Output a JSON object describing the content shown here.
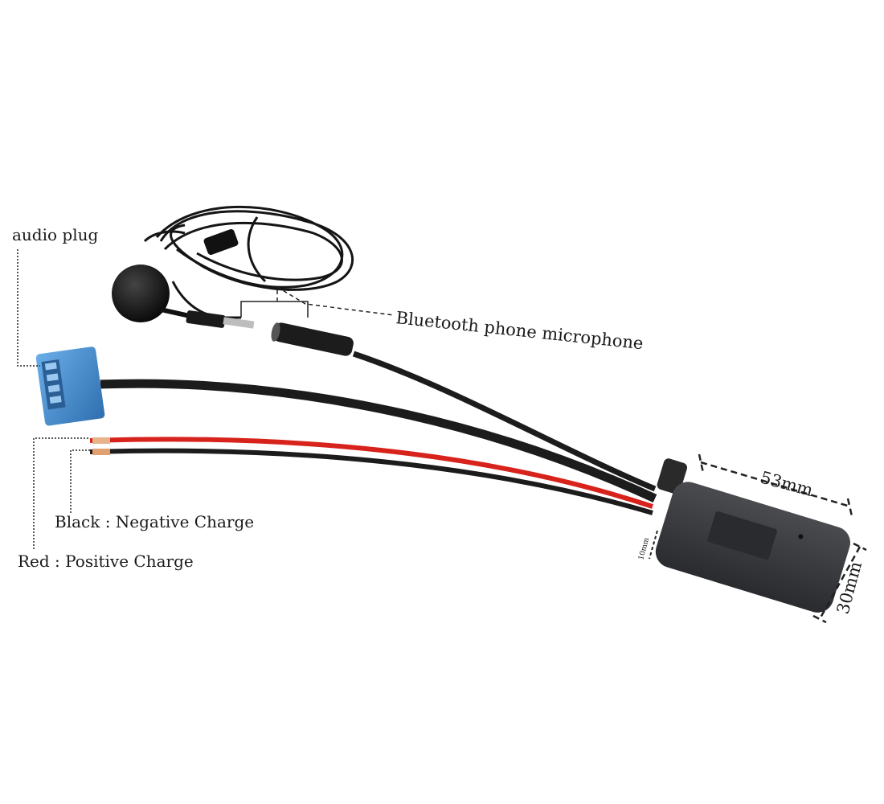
{
  "labels": {
    "audio_plug": "audio plug",
    "microphone": "Bluetooth phone microphone",
    "black_wire": "Black : Negative Charge",
    "red_wire": "Red : Positive Charge",
    "length": "53mm",
    "width": "30mm",
    "height": "10mm"
  },
  "colors": {
    "connector_blue": "#4a8fd0",
    "red_wire": "#d8231c",
    "cable_black": "#1c1c1c",
    "module_gray": "#3a3b3e"
  }
}
